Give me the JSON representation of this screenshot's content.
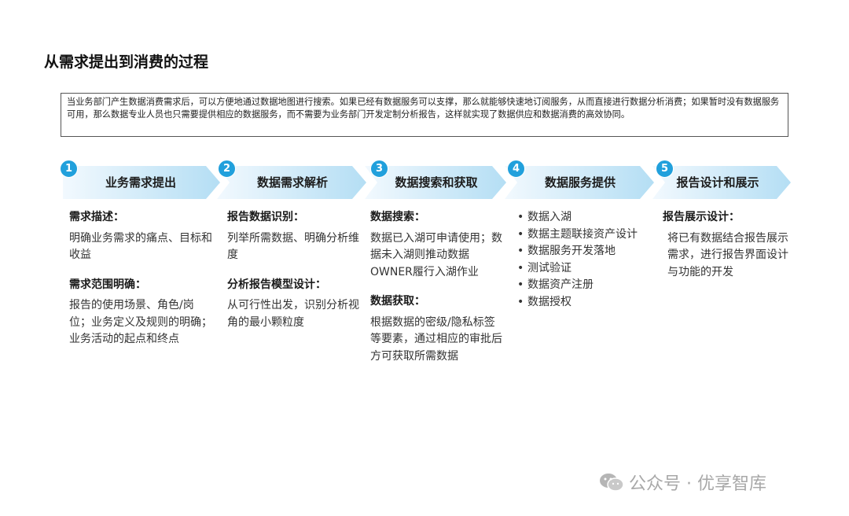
{
  "title": "从需求提出到消费的过程",
  "intro": "当业务部门产生数据消费需求后，可以方便地通过数据地图进行搜索。如果已经有数据服务可以支撑，那么就能够快速地订阅服务，从而直接进行数据分析消费；如果暂时没有数据服务可用，那么数据专业人员也只需要提供相应的数据服务，而不需要为业务部门开发定制分析报告，这样就实现了数据供应和数据消费的高效协同。",
  "steps": [
    {
      "num": "1",
      "label": "业务需求提出",
      "blocks": [
        {
          "heading": "需求描述：",
          "text": "明确业务需求的痛点、目标和收益"
        },
        {
          "heading": "需求范围明确：",
          "text": "报告的使用场景、角色/岗位；业务定义及规则的明确；业务活动的起点和终点"
        }
      ]
    },
    {
      "num": "2",
      "label": "数据需求解析",
      "blocks": [
        {
          "heading": "报告数据识别：",
          "text": "列举所需数据、明确分析维度"
        },
        {
          "heading": "分析报告模型设计：",
          "text": "从可行性出发，识别分析视角的最小颗粒度"
        }
      ]
    },
    {
      "num": "3",
      "label": "数据搜索和获取",
      "blocks": [
        {
          "heading": "数据搜索：",
          "text": "数据已入湖可申请使用；数据未入湖则推动数据OWNER履行入湖作业"
        },
        {
          "heading": "数据获取：",
          "text": "根据数据的密级/隐私标签等要素，通过相应的审批后方可获取所需数据"
        }
      ]
    },
    {
      "num": "4",
      "label": "数据服务提供",
      "items": [
        "数据入湖",
        "数据主题联接资产设计",
        "数据服务开发落地",
        "测试验证",
        "数据资产注册",
        "数据授权"
      ]
    },
    {
      "num": "5",
      "label": "报告设计和展示",
      "blocks": [
        {
          "heading": "报告展示设计：",
          "text": "将已有数据结合报告展示需求，进行报告界面设计与功能的开发"
        }
      ]
    }
  ],
  "watermark": "公众号 · 优享智库",
  "colors": {
    "accent": "#21a0dc",
    "arrow_light": "#eaf6fd",
    "arrow_dark": "#b9e0f5"
  }
}
